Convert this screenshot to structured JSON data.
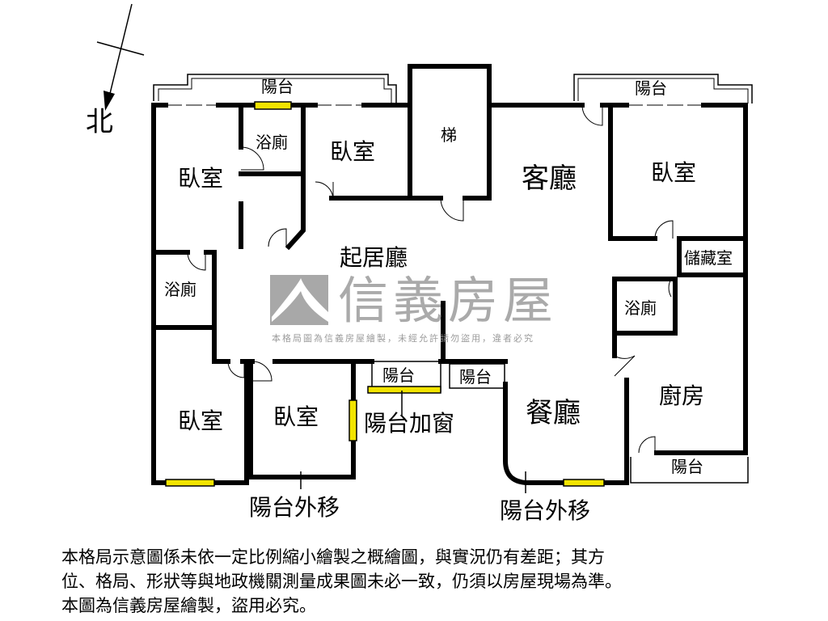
{
  "compass": {
    "north_label": "北"
  },
  "rooms": {
    "balcony_top_left": "陽台",
    "balcony_top_right": "陽台",
    "bath_top": "浴廁",
    "bedroom_top_middle": "臥室",
    "stairs": "梯",
    "living_room": "客廳",
    "bedroom_top_right": "臥室",
    "bedroom_top_left": "臥室",
    "storage": "儲藏室",
    "bath_left": "浴廁",
    "family_room": "起居廳",
    "bath_right": "浴廁",
    "balcony_center": "陽台",
    "balcony_center_right": "陽台",
    "kitchen": "廚房",
    "bedroom_bottom_left": "臥室",
    "bedroom_bottom_middle": "臥室",
    "balcony_enclosed": "陽台加窗",
    "dining_room": "餐廳",
    "balcony_kitchen": "陽台",
    "balcony_moved_left": "陽台外移",
    "balcony_moved_right": "陽台外移"
  },
  "watermark": {
    "brand": "信義房屋",
    "subtitle": "本格局圖為信義房屋繪製，未經允許請勿盜用，違者必究"
  },
  "disclaimer": [
    "本格局示意圖係未依一定比例縮小繪製之概繪圖，與實況仍有差距；其方",
    "位、格局、形狀等與地政機關測量成果圖未必一致，仍須以房屋現場為準。",
    "本圖為信義房屋繪製，盜用必究。"
  ],
  "colors": {
    "wall": "#000000",
    "window": "#f2e400",
    "watermark": "#9c9c9c"
  }
}
